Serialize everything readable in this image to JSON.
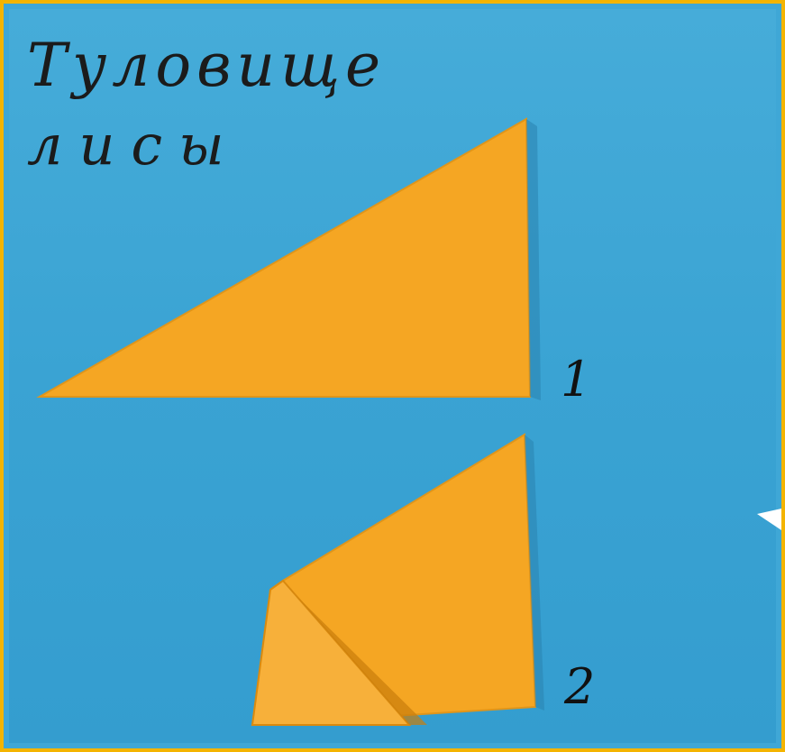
{
  "title": {
    "line1": "Туловище",
    "line2": "лисы"
  },
  "steps": [
    {
      "number": "1"
    },
    {
      "number": "2"
    }
  ],
  "colors": {
    "frame_border": "#f4b400",
    "background": "#3fa7d6",
    "paper": "#f5a623",
    "paper_shadow": "#d98a10",
    "ink": "#1b1b1b"
  }
}
